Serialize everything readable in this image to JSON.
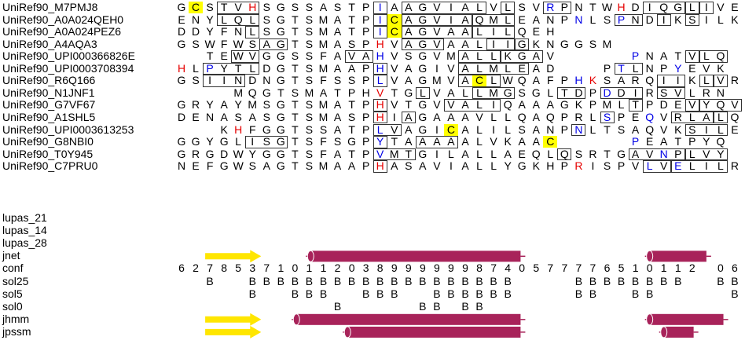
{
  "alignment": {
    "names": [
      "UniRef90_M7PMJ8",
      "UniRef90_A0A024QEH0",
      "UniRef90_A0A024PEZ6",
      "UniRef90_A4AQA3",
      "UniRef90_UPI000366826E",
      "UniRef90_UPI0003708394",
      "UniRef90_R6Q166",
      "UniRef90_N1JNF1",
      "UniRef90_G7VF67",
      "UniRef90_A1SHL5",
      "UniRef90_UPI0003613253",
      "UniRef90_G8NBI0",
      "UniRef90_T0Y945",
      "UniRef90_C7PRU0"
    ],
    "sequences": [
      "GCSTVHSGSSASTPIAAGVIALVLSVRPNTWHDIQGLIVE",
      "ENYLQLSGTSMATPICAGVIAQMLEANPNLSPNDIKSILK",
      "DDYFNLSGTSMATPICAGVAALILQEH-------------",
      "GSWFWSAGTSMASPHVAGVAALIIGKNGGSM---------",
      "--TEWVGGSSFAVAHVSGVMALLKGAV-----PNATVLQ",
      "HLPYTLDGTSMAAPHVAGIVALMLEAD---PTLNPYEVK",
      "GSIINDNGTSFSSPLVAGMVACLWQAFPHKSARQIIKLVR",
      "----MQGTSMATPHVTGLVALLMGSGLTDPDDIRSVLRN",
      "GRYAYMSGTSMATPHVTGVVALIQAAAGKPMLTPDEVYQV",
      "DENASASGTSMASPHIAGAAAVLLQAQPRLSPEQVRLALQ",
      "---KHFGGTSSATPLVAGICALILSANPNLTSAQVKSILE",
      "GGYGLISGTSFSGPYTAAAAALVKAAC-----PEATPYQ",
      "GRGDWYGGTSFATPVMTGILALLAEQLQSRTGAVNPLVY-",
      "NEFGWSAGTSMAAPHASAVIALLYGKHPRISPVLVELILR"
    ],
    "red_positions": [
      [
        5,
        31
      ],
      [],
      [],
      [
        14
      ],
      [],
      [
        0,
        14
      ],
      [
        14,
        29
      ],
      [
        14
      ],
      [
        14
      ],
      [
        14
      ],
      [
        4,
        14
      ],
      [],
      [],
      [
        14,
        28
      ]
    ],
    "blue_positions": [
      [
        14,
        26
      ],
      [
        14,
        28,
        31
      ],
      [
        14
      ],
      [],
      [
        14,
        32
      ],
      [
        2,
        14,
        31,
        35
      ],
      [
        14,
        28
      ],
      [
        30
      ],
      [],
      [
        30,
        33
      ],
      [
        14,
        28
      ],
      [
        14,
        32
      ],
      [
        14,
        34
      ],
      [
        33,
        35
      ]
    ],
    "yellow_positions": [
      [
        1
      ],
      [
        15
      ],
      [
        15
      ],
      [],
      [],
      [],
      [
        21
      ],
      [],
      [],
      [],
      [
        19
      ],
      [
        26
      ],
      [],
      []
    ]
  },
  "tracks": {
    "labels": [
      "lupas_21",
      "lupas_14",
      "lupas_28",
      "jnet",
      "conf",
      "sol25",
      "sol5",
      "sol0",
      "jhmm",
      "jpssm"
    ],
    "conf": "6278537101120389999998740577776510112 06",
    "sol25": "  B  BBBBBBBBBBBBBBBBBBB    BBBBBBBB  BB",
    "sol5": "     B  BBB  BBB  BBBBBB    BB  BB     BB",
    "sol0": "           B     BB BB                  "
  },
  "colors": {
    "helix": "#a8235a",
    "strand": "#ffe600",
    "residue_red": "#e60000",
    "residue_blue": "#0000e6",
    "highlight": "#ffff00"
  }
}
